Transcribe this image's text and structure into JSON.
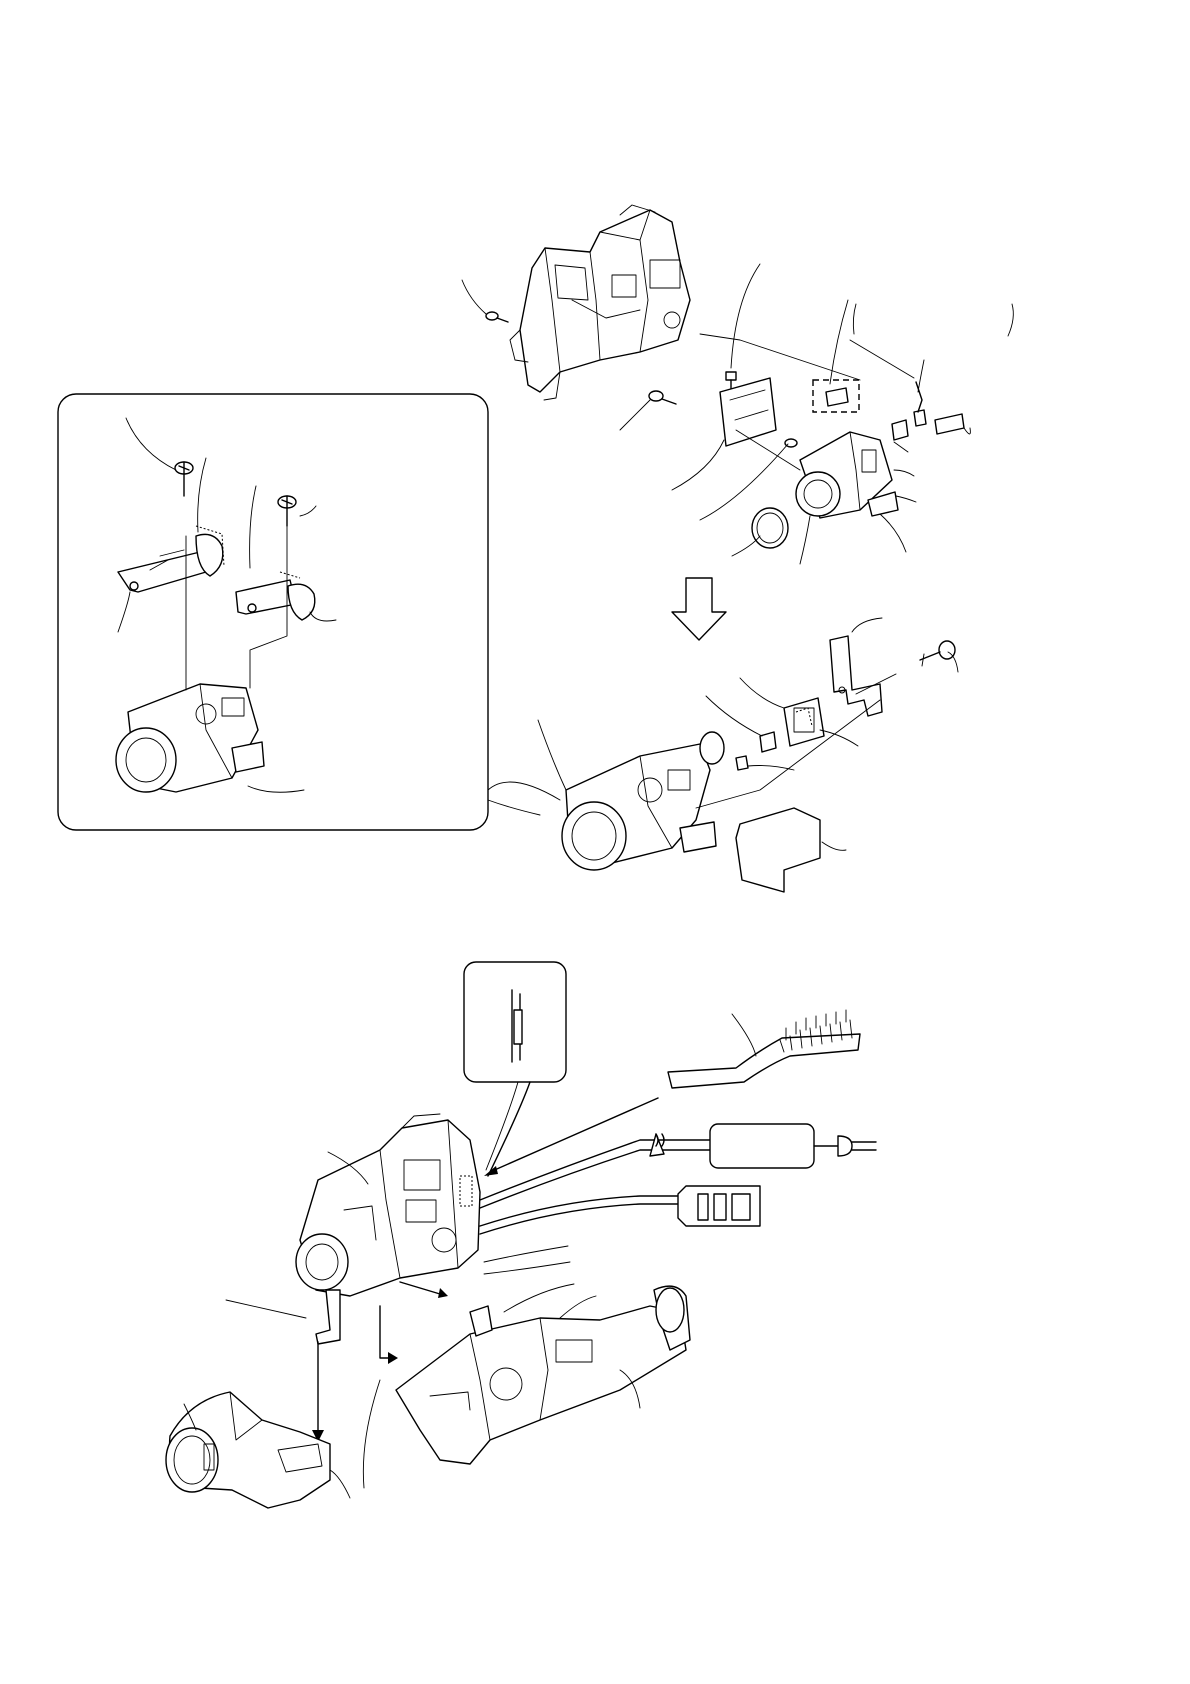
{
  "page": {
    "background": "#ffffff",
    "ink": "#000000"
  },
  "figures": [
    {
      "id": "lens-block-removal",
      "description_icons": [
        "camera-chassis",
        "lens-block",
        "screws",
        "brackets",
        "ccd-board"
      ]
    },
    {
      "id": "zoom-focus-motor-detail",
      "description_icons": [
        "motor-bracket",
        "screw",
        "lens-block"
      ]
    },
    {
      "id": "ccd-block-exploded",
      "description_icons": [
        "lens-block",
        "ccd-board",
        "bracket",
        "screw",
        "shield-sheet"
      ]
    },
    {
      "id": "service-connection",
      "description_icons": [
        "flexible-cable",
        "ac-adaptor",
        "battery-terminal",
        "main-chassis",
        "viewfinder",
        "cabinet"
      ]
    }
  ]
}
